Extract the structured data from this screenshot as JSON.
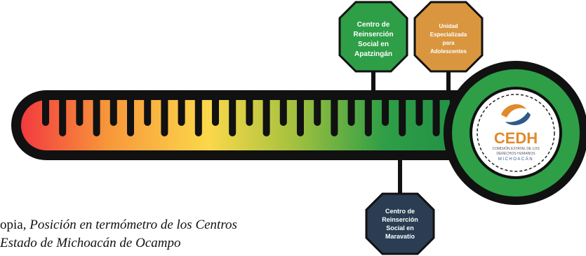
{
  "markers": [
    {
      "id": "apatzingan",
      "lines": [
        "Centro de",
        "Reinserción",
        "Social en",
        "Apatzingán"
      ],
      "color": "#2e9e47",
      "position": "above"
    },
    {
      "id": "adolescentes",
      "lines": [
        "Unidad",
        "Especializada",
        "para",
        "Adolescentes"
      ],
      "color": "#d9963f",
      "position": "above"
    },
    {
      "id": "maravatio",
      "lines": [
        "Centro de",
        "Reinserción",
        "Social en",
        "Maravatío"
      ],
      "color": "#2a3d52",
      "position": "below"
    }
  ],
  "logo": {
    "acronym": "CEDH",
    "line1": "COMISIÓN ESTATAL DE LOS",
    "line2": "DERECHOS HUMANOS",
    "line3": "MICHOACÁN"
  },
  "caption": {
    "line1_normal": "opia, ",
    "line1_italic": "Posición en termómetro de los Centros",
    "line2_italic": "Estado de Michoacán de Ocampo"
  },
  "colors": {
    "gradient": [
      "#f2333f",
      "#f7963a",
      "#fbd84a",
      "#a6c23e",
      "#2e9e47",
      "#1f8e46"
    ],
    "frame": "#111111",
    "bulb_ring": "#2e9e47",
    "logo_orange": "#e08a2c",
    "logo_blue": "#2e5a8a"
  }
}
